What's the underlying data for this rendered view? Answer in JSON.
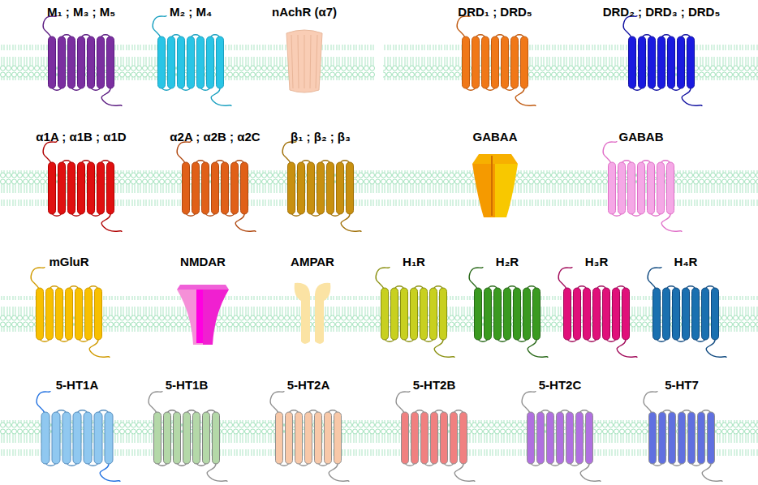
{
  "diagram": {
    "labels": [
      "M₁ ; M₃ ; M₅",
      "M₂ ; M₄",
      "nAchR (α7)",
      "DRD₁ ; DRD₅",
      "DRD₂ ; DRD₃ ; DRD₅",
      "α1A ; α1B ; α1D",
      "α2A ; α2B ; α2C",
      "β₁ ; β₂ ; β₃",
      "GABAA",
      "GABAB",
      "mGluR",
      "NMDAR",
      "AMPAR",
      "H₁R",
      "H₂R",
      "H₃R",
      "H₄R",
      "5-HT1A",
      "5-HT1B",
      "5-HT2A",
      "5-HT2B",
      "5-HT2C",
      "5-HT7"
    ]
  }
}
